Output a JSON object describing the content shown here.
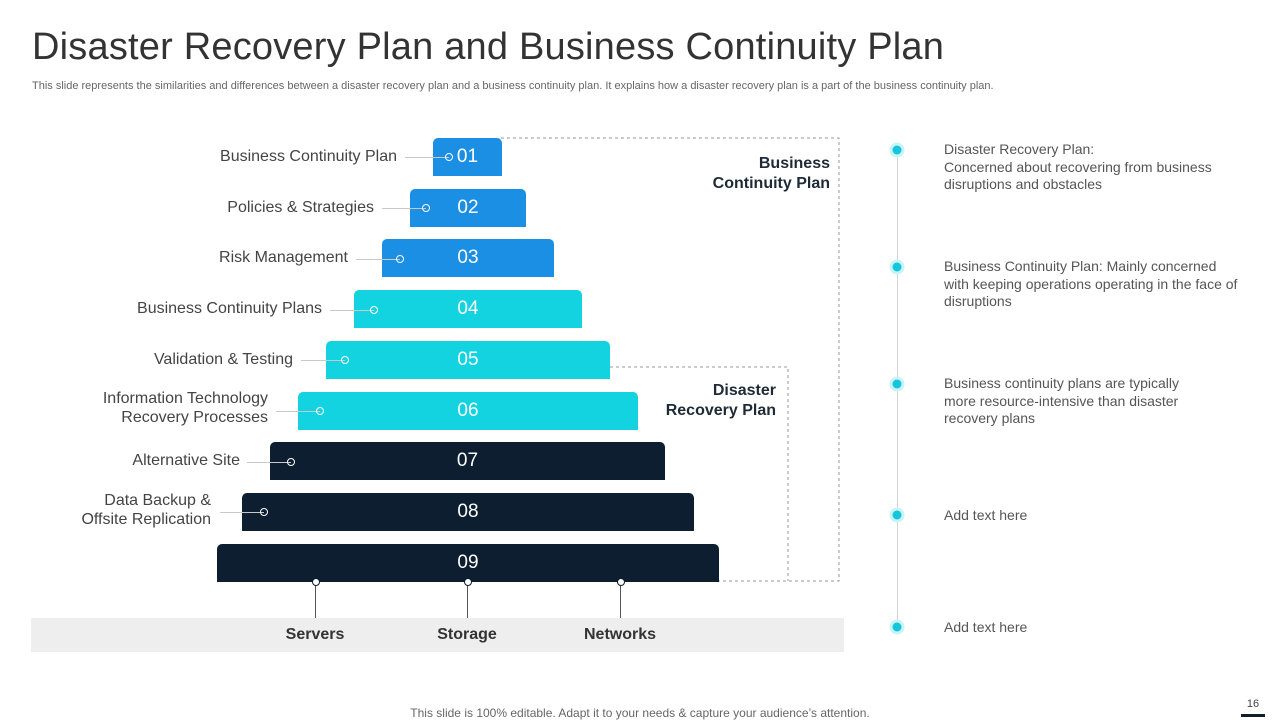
{
  "title": "Disaster Recovery Plan and Business Continuity Plan",
  "subtitle": "This slide represents the similarities and differences between a disaster recovery plan and a business continuity plan. It explains how a disaster recovery plan is a part of the business continuity plan.",
  "pyramid": {
    "levels": [
      {
        "number": "01",
        "label": "Business Continuity Plan",
        "color": "#1a8fe3"
      },
      {
        "number": "02",
        "label": "Policies & Strategies",
        "color": "#1a8fe3"
      },
      {
        "number": "03",
        "label": "Risk Management",
        "color": "#1a8fe3"
      },
      {
        "number": "04",
        "label": "Business Continuity Plans",
        "color": "#14d3e0"
      },
      {
        "number": "05",
        "label": "Validation & Testing",
        "color": "#14d3e0"
      },
      {
        "number": "06",
        "label_line1": "Information Technology",
        "label_line2": "Recovery Processes",
        "color": "#14d3e0"
      },
      {
        "number": "07",
        "label": "Alternative Site",
        "color": "#0c1e30"
      },
      {
        "number": "08",
        "label_line1": "Data Backup &",
        "label_line2": "Offsite Replication",
        "color": "#0c1e30"
      },
      {
        "number": "09",
        "color": "#0c1e30"
      }
    ],
    "bracket_bcp": {
      "line1": "Business",
      "line2": "Continuity Plan"
    },
    "bracket_drp": {
      "line1": "Disaster",
      "line2": "Recovery Plan"
    },
    "base": [
      "Servers",
      "Storage",
      "Networks"
    ]
  },
  "timeline": [
    {
      "line1": "Disaster Recovery Plan:",
      "line2": "Concerned about recovering from business disruptions and obstacles"
    },
    {
      "text": "Business Continuity Plan: Mainly  concerned with keeping operations operating in the face of disruptions"
    },
    {
      "text": "Business continuity plans are typically more resource-intensive than disaster recovery plans"
    },
    {
      "text": "Add text here"
    },
    {
      "text": "Add text here"
    }
  ],
  "footer": "This slide is 100% editable. Adapt it to your needs & capture your audience’s attention.",
  "page_number": "16",
  "colors": {
    "blue": "#1a8fe3",
    "cyan": "#14d3e0",
    "navy": "#0c1e30",
    "accent": "#14c6dc"
  }
}
